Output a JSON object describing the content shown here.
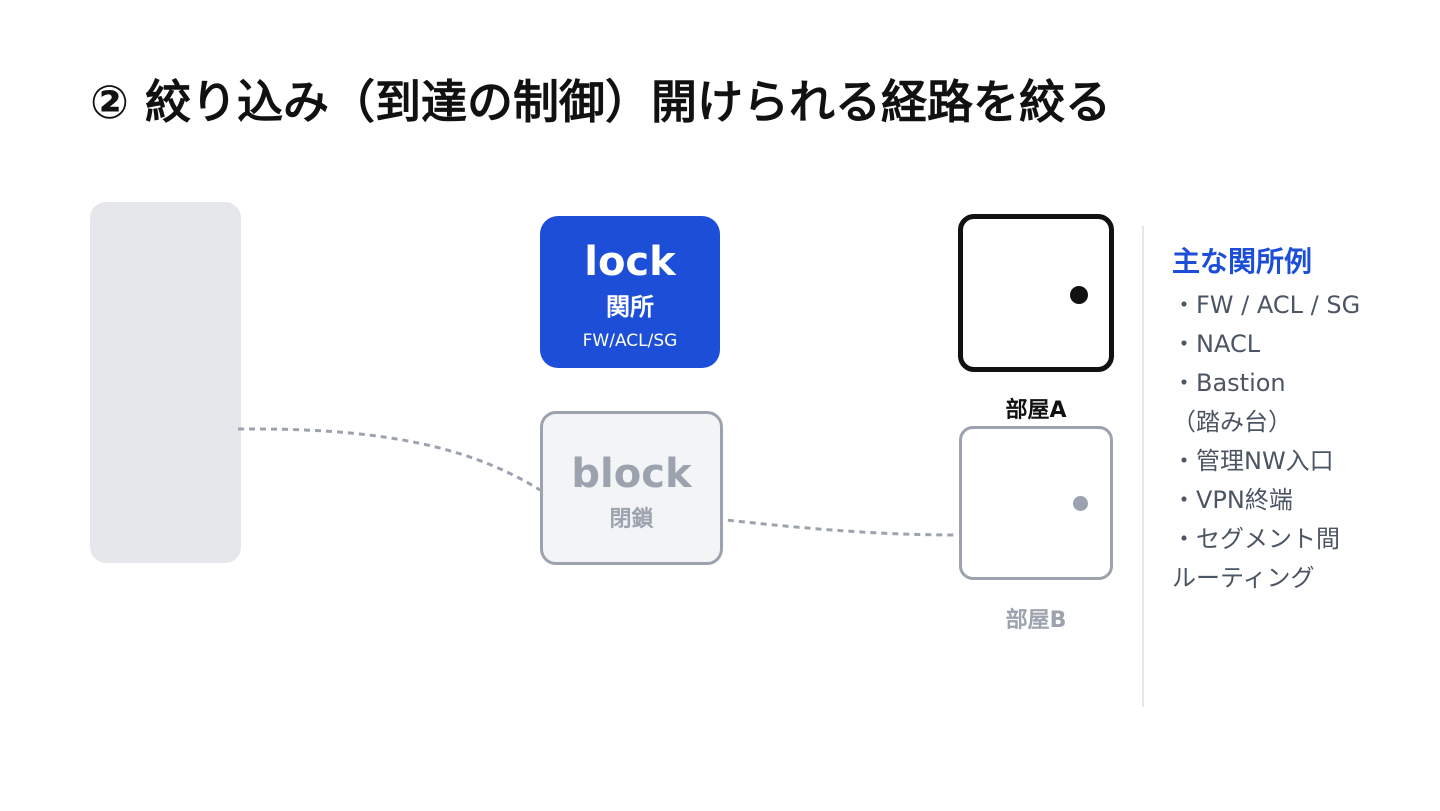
{
  "title": "② 絞り込み（到達の制御）開けられる経路を絞る",
  "lock": {
    "label": "lock",
    "sub": "関所",
    "detail": "FW/ACL/SG",
    "color": "#1d4ed8"
  },
  "block": {
    "label": "block",
    "sub": "閉鎖"
  },
  "rooms": {
    "a": {
      "label": "部屋A"
    },
    "b": {
      "label": "部屋B"
    }
  },
  "side": {
    "title": "主な関所例",
    "lines": [
      "・FW / ACL / SG",
      "・NACL",
      "・Bastion",
      "（踏み台）",
      "・管理NW入口",
      "・VPN終端",
      "・セグメント間",
      "ルーティング"
    ]
  },
  "colors": {
    "accent": "#1d4ed8",
    "muted": "#9ca3af",
    "source_fill": "#e5e7eb",
    "text": "#111111"
  }
}
